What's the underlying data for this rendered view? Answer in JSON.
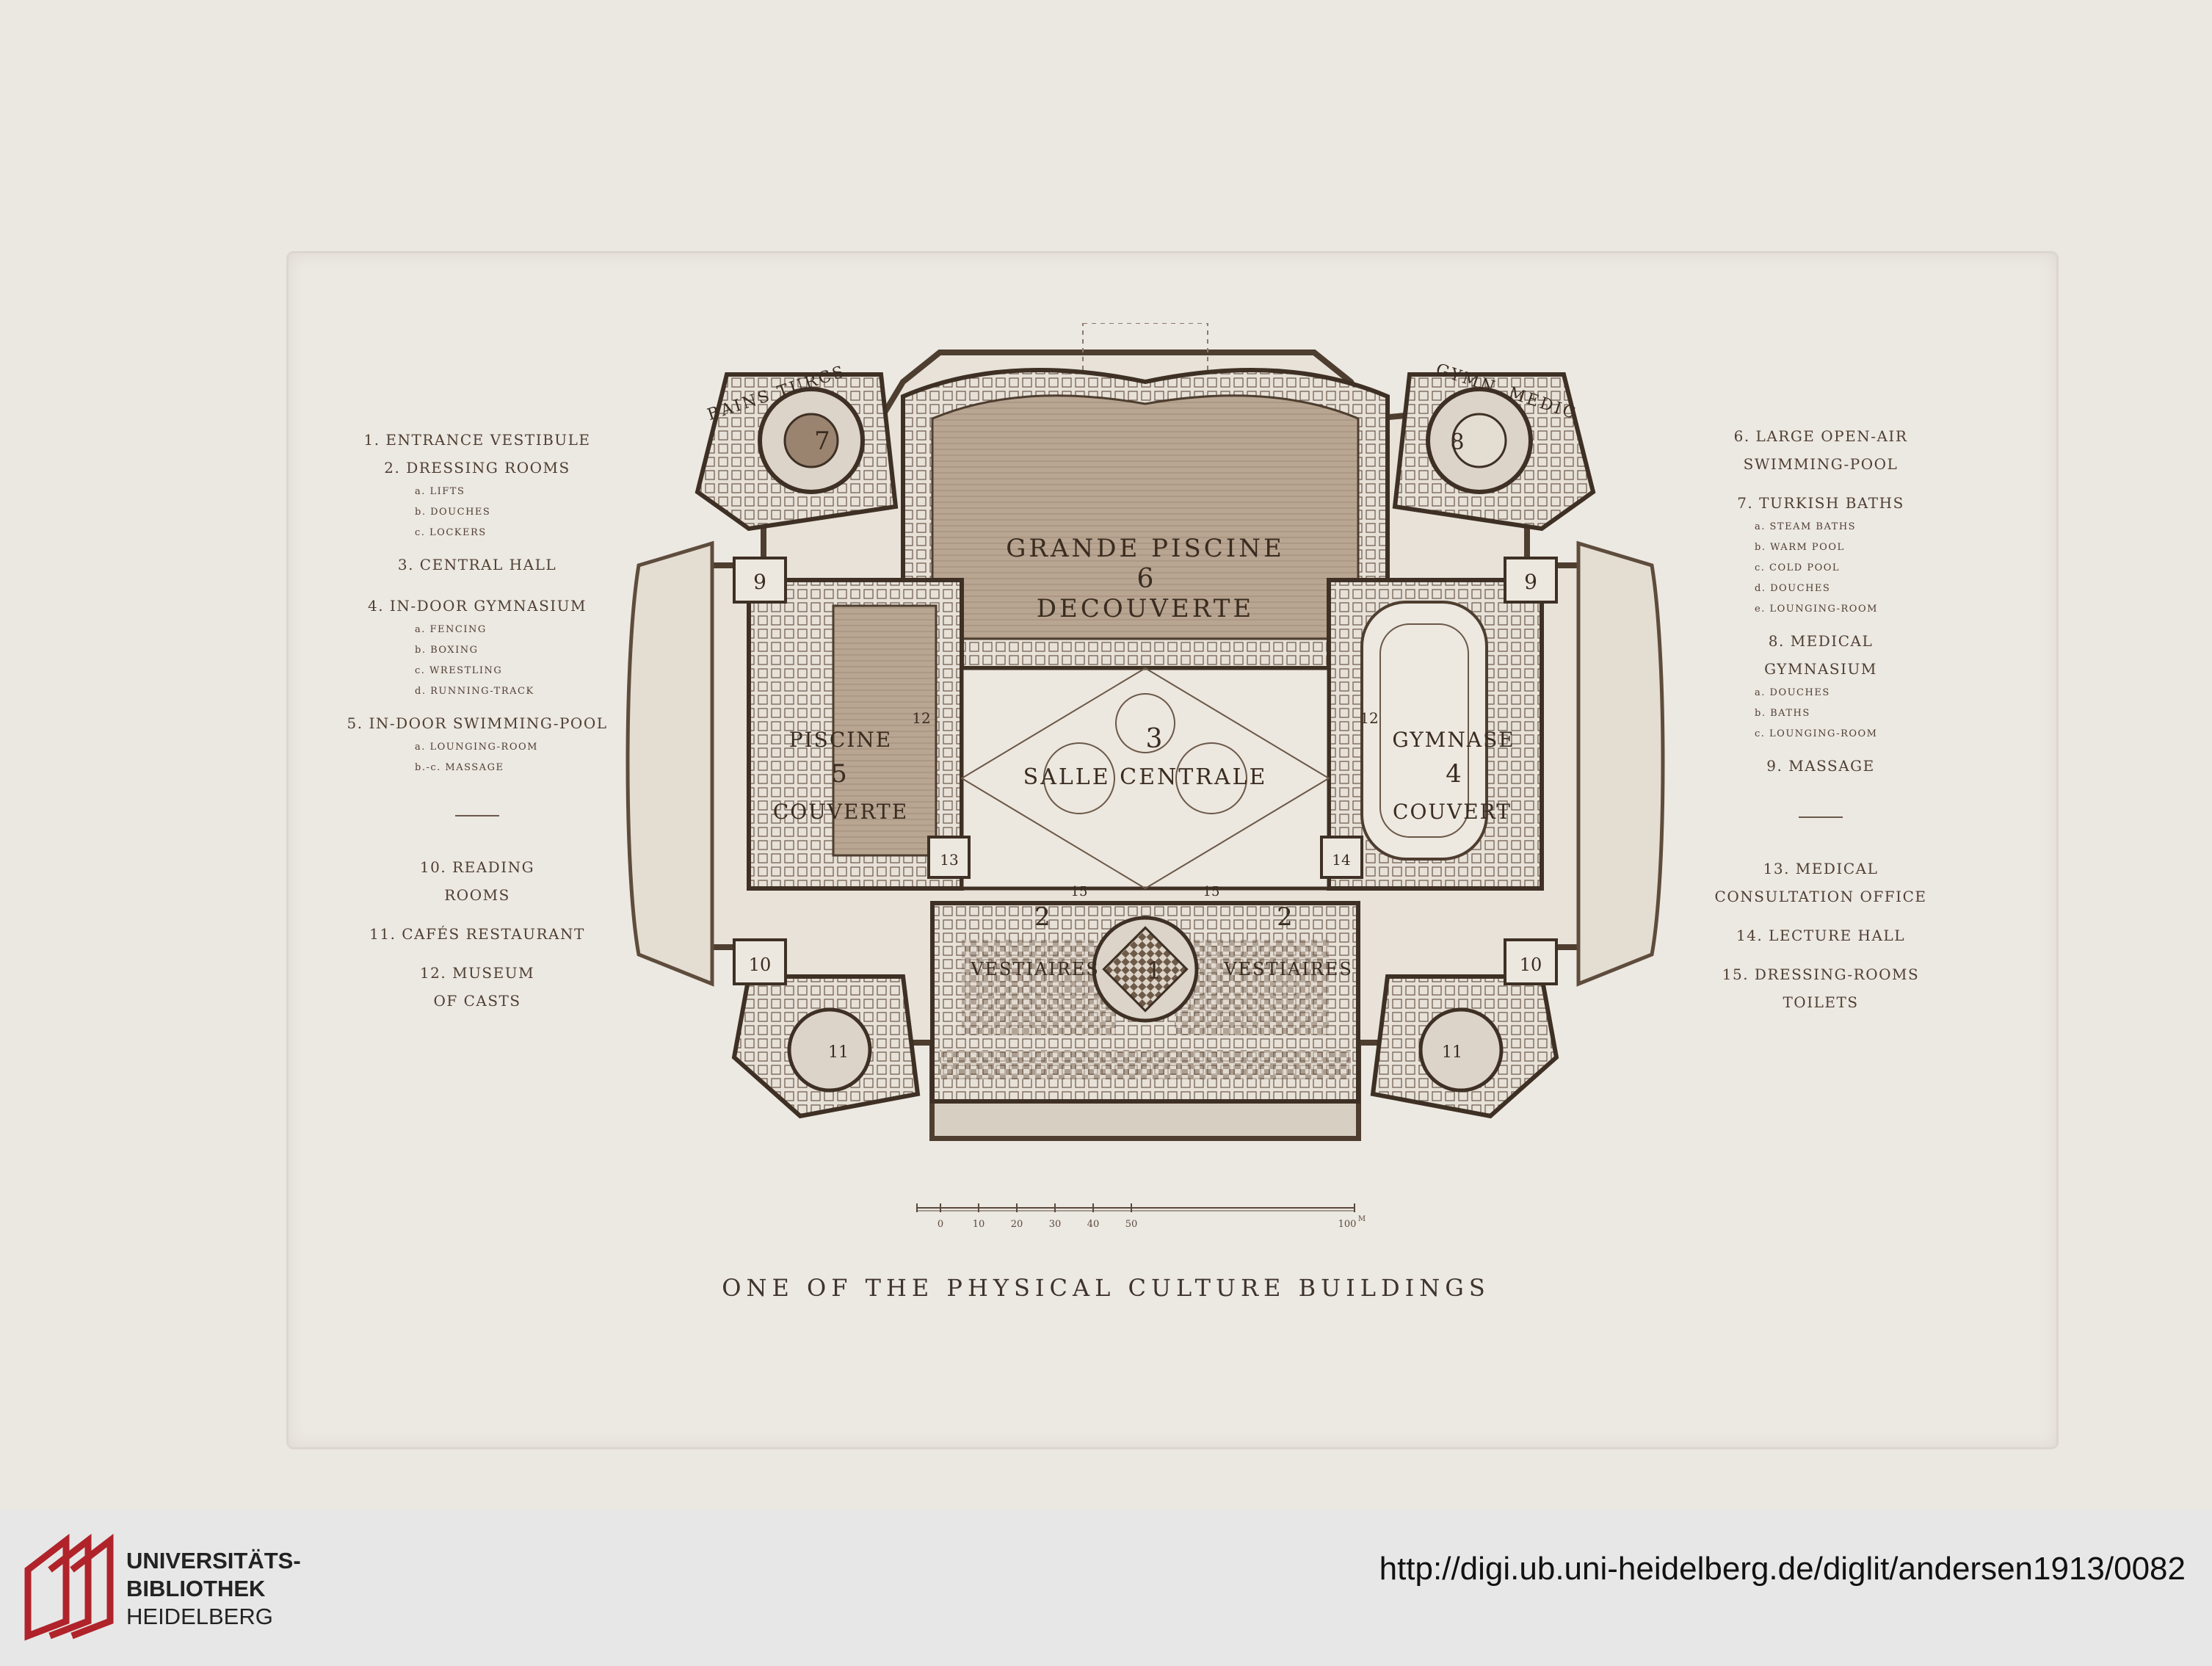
{
  "legend_left": {
    "items": [
      {
        "label": "1. ENTRANCE VESTIBULE"
      },
      {
        "label": "2. DRESSING ROOMS",
        "subs": [
          "a. LIFTS",
          "b. DOUCHES",
          "c. LOCKERS"
        ]
      },
      {
        "label": "3. CENTRAL HALL"
      },
      {
        "label": "4. IN-DOOR GYMNASIUM",
        "subs": [
          "a. FENCING",
          "b. BOXING",
          "c. WRESTLING",
          "d. RUNNING-TRACK"
        ]
      },
      {
        "label": "5. IN-DOOR SWIMMING-POOL",
        "subs": [
          "a. LOUNGING-ROOM",
          "b.-c. MASSAGE"
        ]
      }
    ],
    "items2": [
      {
        "label": "10. READING",
        "label2": "ROOMS"
      },
      {
        "label": "11. CAFÉS RESTAURANT"
      },
      {
        "label": "12. MUSEUM",
        "label2": "OF CASTS"
      }
    ]
  },
  "legend_right": {
    "items": [
      {
        "label": "6. LARGE OPEN-AIR",
        "label2": "SWIMMING-POOL"
      },
      {
        "label": "7. TURKISH BATHS",
        "subs": [
          "a. STEAM BATHS",
          "b. WARM POOL",
          "c. COLD POOL",
          "d. DOUCHES",
          "e. LOUNGING-ROOM"
        ]
      },
      {
        "label": "8. MEDICAL",
        "label2": "GYMNASIUM",
        "subs": [
          "a. DOUCHES",
          "b. BATHS",
          "c. LOUNGING-ROOM"
        ]
      },
      {
        "label": "9. MASSAGE"
      }
    ],
    "items2": [
      {
        "label": "13. MEDICAL",
        "label2": "CONSULTATION OFFICE"
      },
      {
        "label": "14. LECTURE HALL"
      },
      {
        "label": "15. DRESSING-ROOMS",
        "label2": "TOILETS"
      }
    ]
  },
  "plan": {
    "grande_piscine": "GRANDE PISCINE",
    "num6": "6",
    "decouverte": "DECOUVERTE",
    "num3": "3",
    "salle_centrale": "SALLE CENTRALE",
    "piscine": "PISCINE",
    "num5": "5",
    "couverte": "COUVERTE",
    "gymnase": "GYMNASE",
    "num4": "4",
    "couvert": "COUVERT",
    "vestiaires_left": "VESTIAIRES",
    "vestiaires_right": "VESTIAIRES",
    "num2_left": "2",
    "num2_right": "2",
    "num1": "1",
    "bains_turcs": "BAINS TURCS",
    "gymn_medic": "GYMN. MEDIC",
    "num7": "7",
    "num8": "8",
    "num9_left": "9",
    "num9_right": "9",
    "num10_left": "10",
    "num10_right": "10",
    "num11_left": "11",
    "num11_right": "11",
    "num12_left": "12",
    "num12_right": "12",
    "num13": "13",
    "num14": "14",
    "num15_left": "15",
    "num15_right": "15"
  },
  "scale": {
    "ticks": [
      "0",
      "10",
      "20",
      "30",
      "40",
      "50",
      "100"
    ],
    "unit": "M"
  },
  "caption": "ONE OF THE PHYSICAL CULTURE BUILDINGS",
  "footer": {
    "library_line1": "UNIVERSITÄTS-",
    "library_line2": "BIBLIOTHEK",
    "library_line3": "HEIDELBERG",
    "url": "http://digi.ub.uni-heidelberg.de/diglit/andersen1913/0082"
  },
  "colors": {
    "ink": "#5a4a3c",
    "wash": "#b5a08c",
    "logo_red": "#b0232a"
  }
}
